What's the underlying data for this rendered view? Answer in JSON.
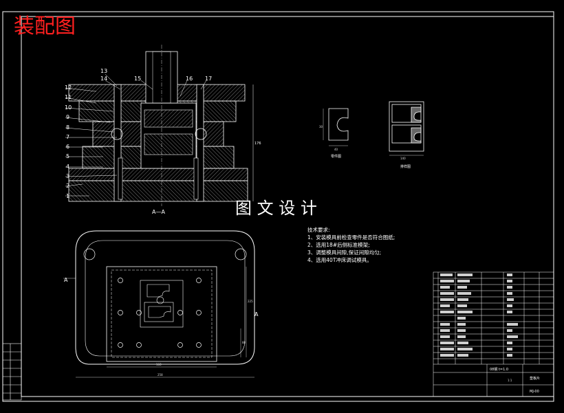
{
  "title": "装配图",
  "watermark": "图 文 设 计",
  "section_view_label": "A—A",
  "section_marks": [
    "A",
    "A"
  ],
  "part_numbers": [
    "1",
    "2",
    "3",
    "4",
    "5",
    "6",
    "7",
    "8",
    "9",
    "10",
    "11",
    "12",
    "13",
    "14",
    "15",
    "16",
    "17"
  ],
  "dimensions": {
    "top_height": "176",
    "plan_height_1": "225",
    "plan_height_2": "88",
    "plan_width_inner": "160",
    "plan_width_outer": "258",
    "workpiece_h": "30",
    "workpiece_w": "40",
    "layout_w": "140"
  },
  "workpiece_caption": "零件图",
  "layout_caption": "排样图",
  "tech_requirements": {
    "heading": "技术要求:",
    "items": [
      "1、安装模具前检查零件是否符合图纸;",
      "2、选用18#后侧标准模架;",
      "3、调整模具间隙,保证间隙均匀;",
      "4、选用40T冲床调试模具。"
    ]
  },
  "title_block": {
    "part_name": "垫板片",
    "drawing_no": "MJ-00",
    "scale": "1:1",
    "material": "08钢 t=1.0"
  },
  "colors": {
    "background": "#000000",
    "lines": "#ffffff",
    "title_red": "#ff2020",
    "hatch": "#d0d0d0"
  }
}
